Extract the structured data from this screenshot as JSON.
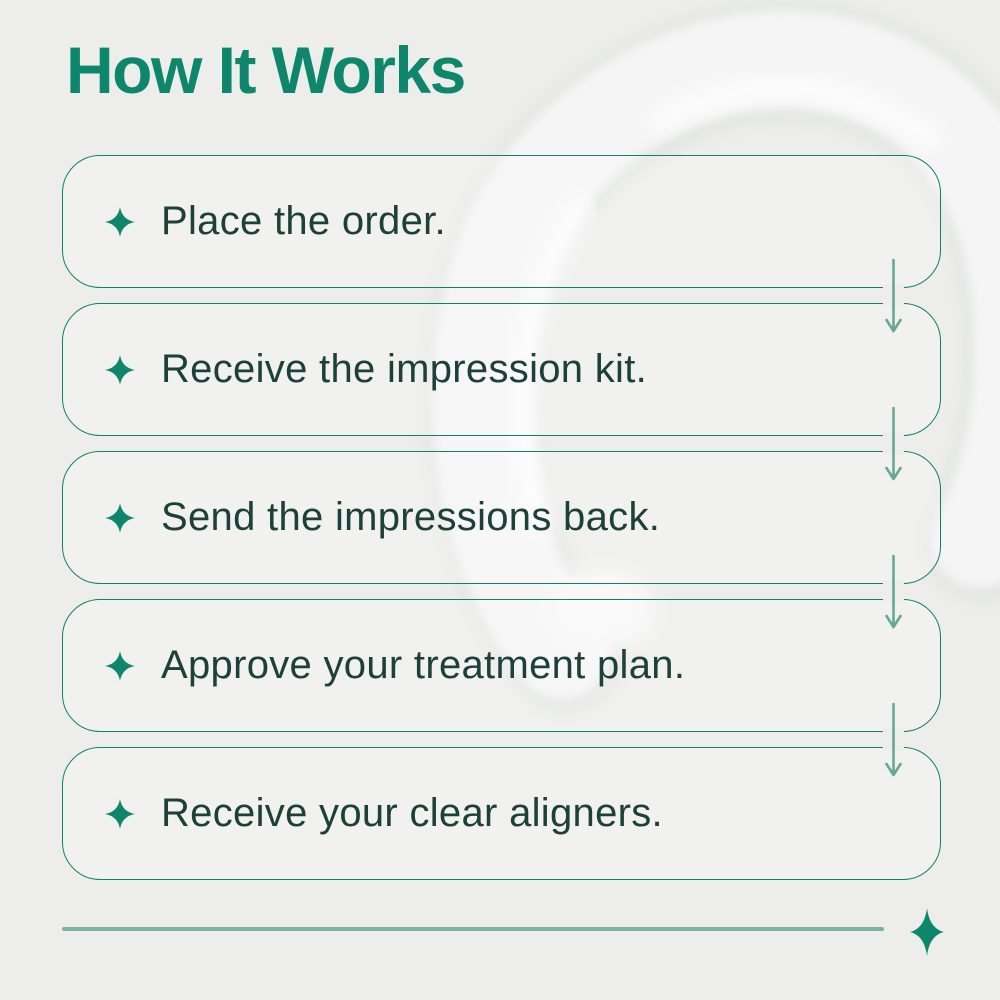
{
  "page": {
    "title": "How It Works",
    "background_color": "#EDEEEC"
  },
  "colors": {
    "accent": "#0E866C",
    "step_text": "#1D4038",
    "box_border": "#12806A",
    "arrow": "#68A796",
    "divider_line": "#79B3A5",
    "background": "#EDEEEC"
  },
  "steps": [
    {
      "icon": "sparkle-icon",
      "label": "Place the order."
    },
    {
      "icon": "sparkle-icon",
      "label": "Receive the impression kit."
    },
    {
      "icon": "sparkle-icon",
      "label": "Send the impressions back."
    },
    {
      "icon": "sparkle-icon",
      "label": "Approve your treatment plan."
    },
    {
      "icon": "sparkle-icon",
      "label": "Receive your clear aligners."
    }
  ],
  "flow": {
    "connector_icon": "arrow-down-icon",
    "connector_count": 4
  },
  "footer": {
    "divider_icon": "sparkle-icon"
  },
  "background_image": {
    "name": "clear-aligner-arch-photo"
  }
}
